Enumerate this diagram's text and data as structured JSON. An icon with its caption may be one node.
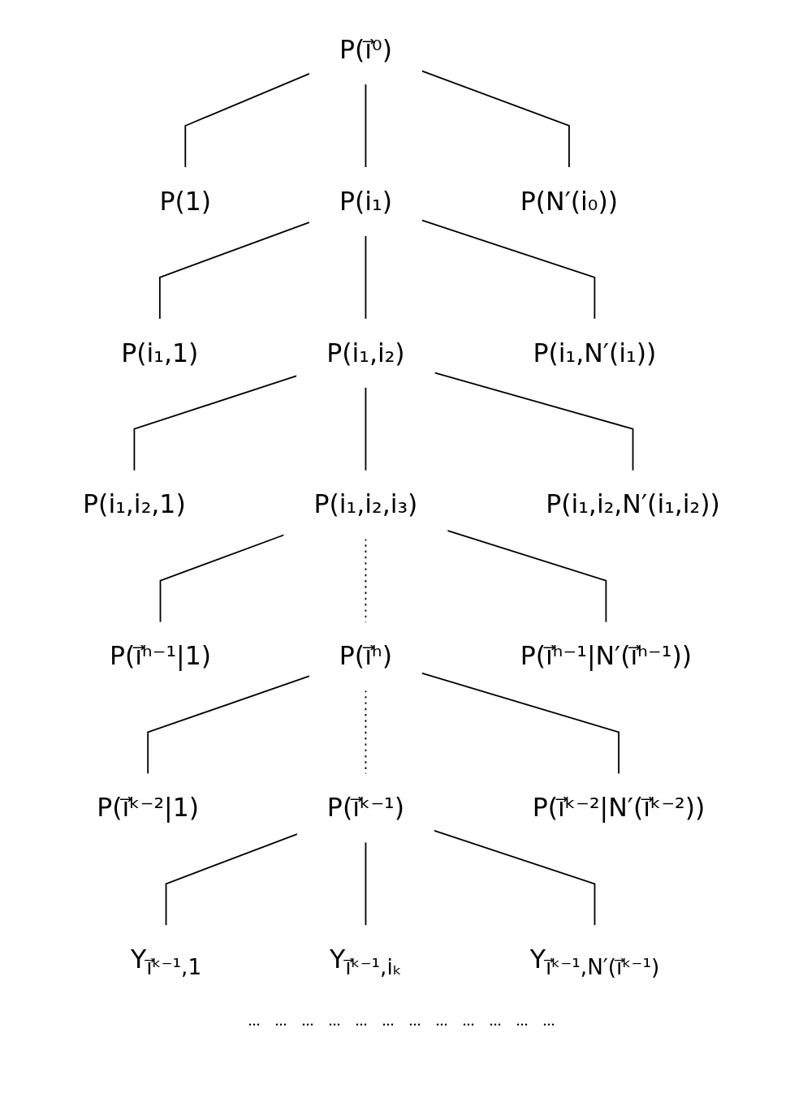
{
  "diagram": {
    "nodes": [
      {
        "text": [
          "P(i⃗⁰)"
        ]
      },
      {
        "text": [
          "P(1)"
        ]
      },
      {
        "text": [
          "P(i₁)"
        ]
      },
      {
        "text": [
          "P(N′(i₀))"
        ]
      },
      {
        "text": [
          "P(i₁,1)"
        ]
      },
      {
        "text": [
          "P(i₁,i₂)"
        ]
      },
      {
        "text": [
          "P(i₁,N′(i₁))"
        ]
      },
      {
        "text": [
          "P(i₁,i₂,1)"
        ]
      },
      {
        "text": [
          "P(i₁,i₂,i₃)"
        ]
      },
      {
        "text": [
          "P(i₁,i₂,N′(i₁,i₂))"
        ]
      },
      {
        "text": [
          "P(i⃗ʰ⁻¹|1)"
        ]
      },
      {
        "text": [
          "P(i⃗ʰ)"
        ]
      },
      {
        "text": [
          "P(i⃗ʰ⁻¹|N′(i⃗ʰ⁻¹))"
        ]
      },
      {
        "text": [
          "P(i⃗ᵏ⁻²|1)"
        ]
      },
      {
        "text": [
          "P(i⃗ᵏ⁻¹)"
        ]
      },
      {
        "text": [
          "P(i⃗ᵏ⁻²|N′(i⃗ᵏ⁻²))"
        ]
      },
      {
        "text": [
          "Y$_{i⃗ᵏ⁻¹,1}$"
        ]
      },
      {
        "text": [
          "Y$_{i⃗ᵏ⁻¹,iₖ}$"
        ]
      },
      {
        "text": [
          "Y$_{i⃗ᵏ⁻¹,N′(i⃗ᵏ⁻¹)}$"
        ]
      }
    ],
    "edges": [
      {
        "from": 0,
        "to": 1,
        "arrow": "none"
      },
      {
        "from": 0,
        "to": 2,
        "arrow": "none"
      },
      {
        "from": 0,
        "to": 3,
        "arrow": "none"
      },
      {
        "from": 2,
        "to": 4,
        "arrow": "none"
      },
      {
        "from": 2,
        "to": 5,
        "arrow": "none"
      },
      {
        "from": 2,
        "to": 6,
        "arrow": "none"
      },
      {
        "from": 5,
        "to": 7,
        "arrow": "none"
      },
      {
        "from": 5,
        "to": 8,
        "arrow": "none"
      },
      {
        "from": 5,
        "to": 9,
        "arrow": "none"
      },
      {
        "from": 8,
        "to": 10,
        "arrow": "none"
      },
      {
        "from": 8,
        "to": 11,
        "arrow": "none",
        "style": "dashed"
      },
      {
        "from": 8,
        "to": 12,
        "arrow": "none"
      },
      {
        "from": 11,
        "to": 13,
        "arrow": "none"
      },
      {
        "from": 11,
        "to": 14,
        "arrow": "none",
        "style": "dashed"
      },
      {
        "from": 11,
        "to": 15,
        "arrow": "none"
      },
      {
        "from": 14,
        "to": 16,
        "arrow": "none"
      },
      {
        "from": 14,
        "to": 17,
        "arrow": "none"
      },
      {
        "from": 14,
        "to": 18,
        "arrow": "none"
      }
    ],
    "labels": [
      "...",
      "...",
      "...",
      "...",
      "...",
      "...",
      "...",
      "...",
      "...",
      "...",
      "...",
      "..."
    ]
  }
}
